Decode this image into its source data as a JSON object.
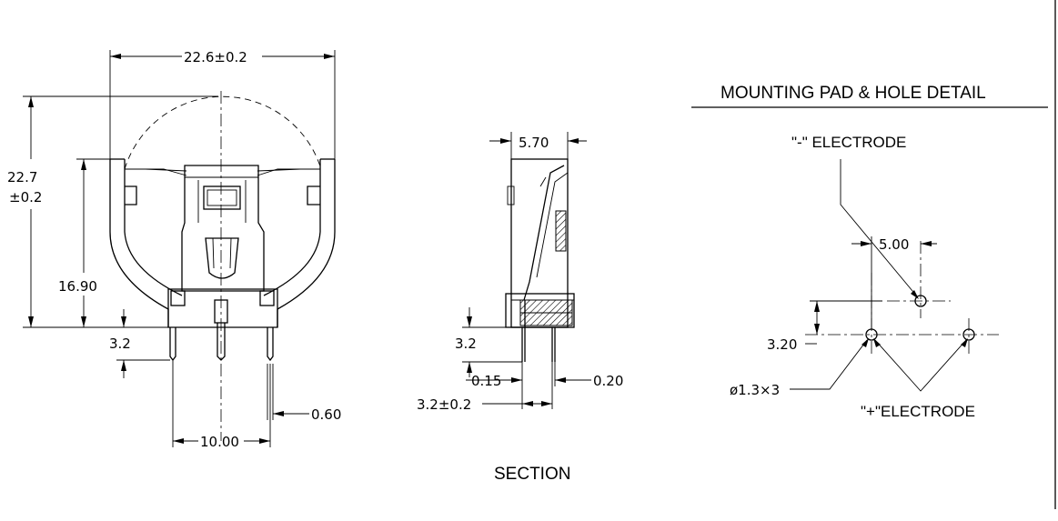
{
  "drawing": {
    "front_view": {
      "width_dim": "22.6±0.2",
      "height_dim_line1": "22.7",
      "height_dim_line2": "±0.2",
      "body_height_dim": "16.90",
      "pin_length_dim": "3.2",
      "pin_spacing_dim": "10.00",
      "pin_width_dim": "0.60"
    },
    "section_view": {
      "thickness_dim": "5.70",
      "pin_length_dim": "3.2",
      "dim_a": "0.15",
      "dim_b": "0.20",
      "offset_dim": "3.2±0.2",
      "caption": "SECTION"
    },
    "mounting_detail": {
      "title": "MOUNTING PAD & HOLE DETAIL",
      "neg_label": "\"-\" ELECTRODE",
      "pos_label": "\"+\"ELECTRODE",
      "spacing_dim": "5.00",
      "offset_dim": "3.20",
      "hole_dim": "ø1.3×3"
    }
  }
}
